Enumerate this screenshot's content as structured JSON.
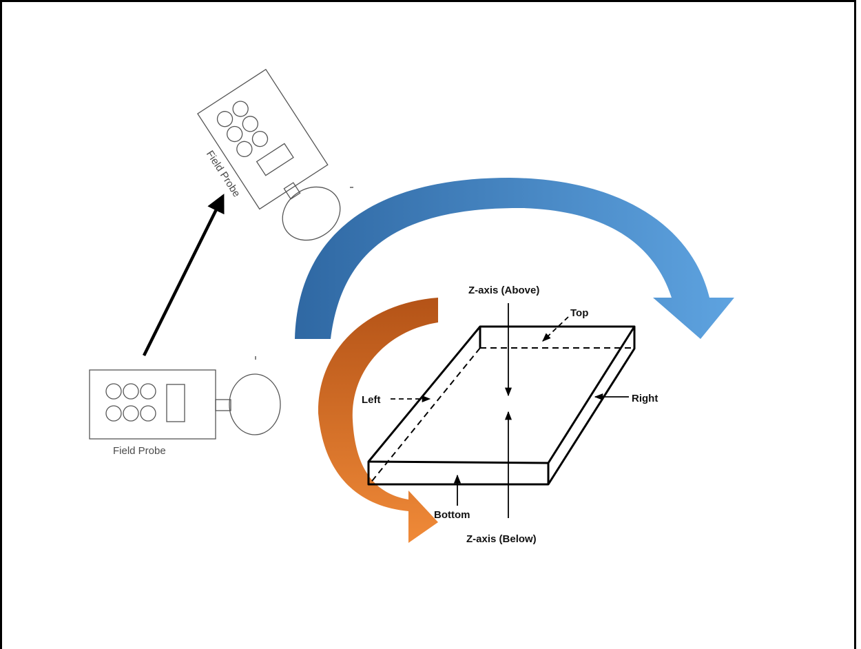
{
  "figure": {
    "labels": {
      "z_above": "Z-axis (Above)",
      "z_below": "Z-axis (Below)",
      "top": "Top",
      "bottom": "Bottom",
      "left": "Left",
      "right": "Right"
    },
    "probe_lower": {
      "label": "Field Probe"
    },
    "probe_upper": {
      "label": "Field Probe"
    }
  },
  "colors": {
    "blue_arrow_start": "#2f68a3",
    "blue_arrow_end": "#5ea3e0",
    "orange_arrow_start": "#b45317",
    "orange_arrow_end": "#f08a38",
    "outline": "#000000",
    "frame": "#000000"
  }
}
